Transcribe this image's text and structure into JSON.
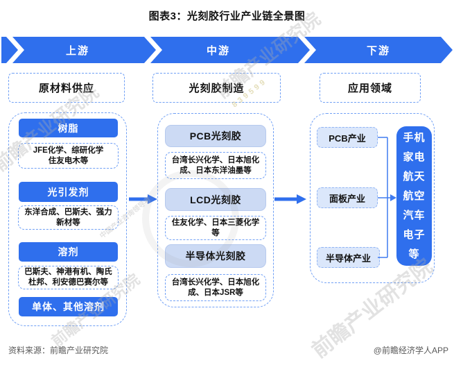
{
  "title": "图表3：光刻胶行业产业链全景图",
  "banner": {
    "upstream_label": "上游",
    "midstream_label": "中游",
    "downstream_label": "下游"
  },
  "upstream": {
    "header": "原材料供应",
    "groups": [
      {
        "label": "树脂",
        "companies": "JFE化学、综研化学\n住友电木等"
      },
      {
        "label": "光引发剂",
        "companies": "东洋合成、巴斯夫、强力\n新材等"
      },
      {
        "label": "溶剂",
        "companies": "巴斯夫、神港有机、陶氏\n杜邦、利安德巴赛尔等"
      },
      {
        "label": "单体、其他溶剂"
      }
    ]
  },
  "midstream": {
    "header": "光刻胶制造",
    "groups": [
      {
        "label": "PCB光刻胶",
        "companies": "台湾长兴化学、日本旭化\n成、日本东洋油墨等"
      },
      {
        "label": "LCD光刻胶",
        "companies": "住友化学、日本三菱化学\n等"
      },
      {
        "label": "半导体光刻胶",
        "companies": "台湾长兴化学、日本旭化\n成、日本JSR等"
      }
    ]
  },
  "downstream": {
    "header": "应用领域",
    "industries": [
      "PCB产业",
      "面板产业",
      "半导体产业"
    ],
    "applications": "手机\n家电\n航天\n航空\n汽车\n电子\n等"
  },
  "footer": {
    "source": "资料来源：前瞻产业研究院",
    "credit": "@前瞻经济学人APP"
  },
  "watermarks": {
    "brand": "前瞻产业研究院",
    "tagline": "中国产业咨询领导者",
    "code": "839599"
  },
  "colors": {
    "primary_blue": "#2f6fed",
    "mid_button_bg": "#ccdaf4",
    "industry_box_bg": "#dbe7fb",
    "dashed_border": "#6f9ff5",
    "text_dark": "#111111",
    "footer_text": "#595959"
  }
}
